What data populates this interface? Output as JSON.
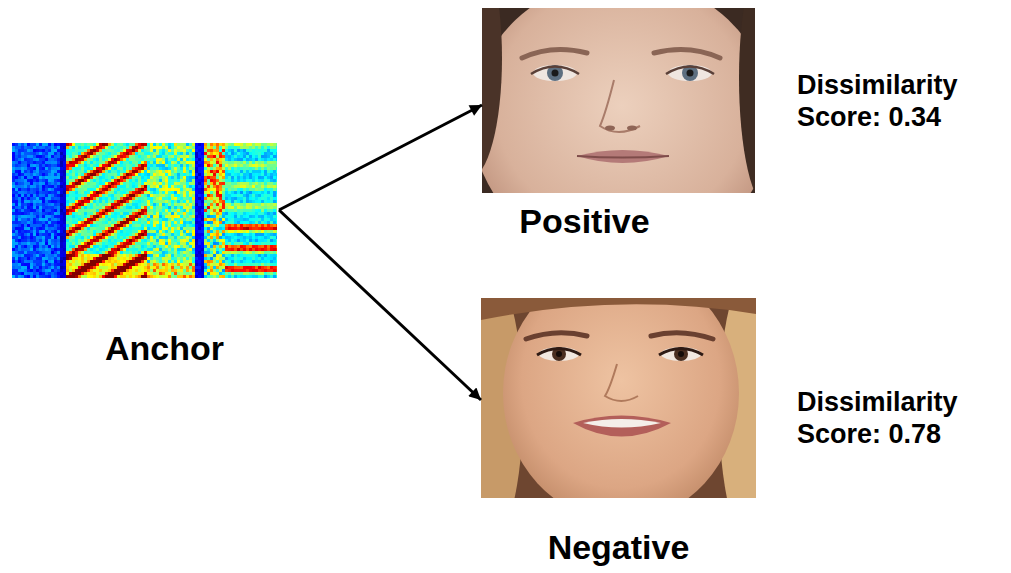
{
  "diagram": {
    "nodes": [
      {
        "text": [
          "Anchor"
        ]
      },
      {
        "text": [
          "Positive"
        ]
      },
      {
        "text": [
          "Negative"
        ]
      }
    ],
    "edges": [
      {
        "from": 0,
        "to": 1,
        "arrow": "to"
      },
      {
        "from": 0,
        "to": 2,
        "arrow": "to"
      }
    ],
    "labels": [
      "Dissimilarity Score: 0.34",
      "Dissimilarity Score: 0.78"
    ]
  }
}
